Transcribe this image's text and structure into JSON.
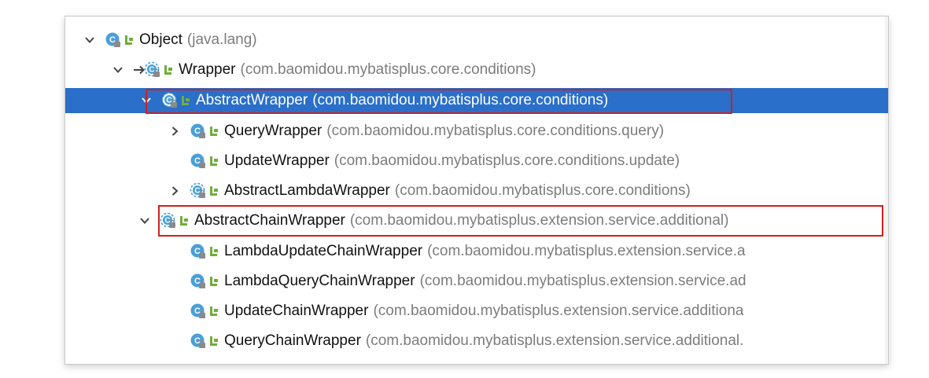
{
  "colors": {
    "selection": "#2a6fc9",
    "highlight": "#d41e1e",
    "icon": "#4aa0d8",
    "package_text": "#7c7c7c"
  },
  "icons": {
    "class": "class-icon",
    "abstract_class": "abstract-class-icon",
    "access": "public-access-icon",
    "expand": "chevron-down-icon",
    "collapse": "chevron-right-icon",
    "inherit": "inherit-arrow-icon"
  },
  "tree": {
    "nodes": [
      {
        "name": "Object",
        "package": "(java.lang)",
        "state": "expanded",
        "kind": "class"
      },
      {
        "name": "Wrapper",
        "package": "(com.baomidou.mybatisplus.core.conditions)",
        "state": "expanded",
        "kind": "abstract"
      },
      {
        "name": "AbstractWrapper",
        "package": "(com.baomidou.mybatisplus.core.conditions)",
        "state": "expanded",
        "kind": "abstract",
        "selected": true,
        "highlighted": true
      },
      {
        "name": "QueryWrapper",
        "package": "(com.baomidou.mybatisplus.core.conditions.query)",
        "state": "collapsed",
        "kind": "class"
      },
      {
        "name": "UpdateWrapper",
        "package": "(com.baomidou.mybatisplus.core.conditions.update)",
        "state": "leaf",
        "kind": "class"
      },
      {
        "name": "AbstractLambdaWrapper",
        "package": "(com.baomidou.mybatisplus.core.conditions)",
        "state": "collapsed",
        "kind": "abstract"
      },
      {
        "name": "AbstractChainWrapper",
        "package": "(com.baomidou.mybatisplus.extension.service.additional)",
        "state": "expanded",
        "kind": "abstract",
        "highlighted": true
      },
      {
        "name": "LambdaUpdateChainWrapper",
        "package": "(com.baomidou.mybatisplus.extension.service.a",
        "state": "leaf",
        "kind": "class"
      },
      {
        "name": "LambdaQueryChainWrapper",
        "package": "(com.baomidou.mybatisplus.extension.service.ad",
        "state": "leaf",
        "kind": "class"
      },
      {
        "name": "UpdateChainWrapper",
        "package": "(com.baomidou.mybatisplus.extension.service.additiona",
        "state": "leaf",
        "kind": "class"
      },
      {
        "name": "QueryChainWrapper",
        "package": "(com.baomidou.mybatisplus.extension.service.additional.",
        "state": "leaf",
        "kind": "class"
      }
    ]
  }
}
